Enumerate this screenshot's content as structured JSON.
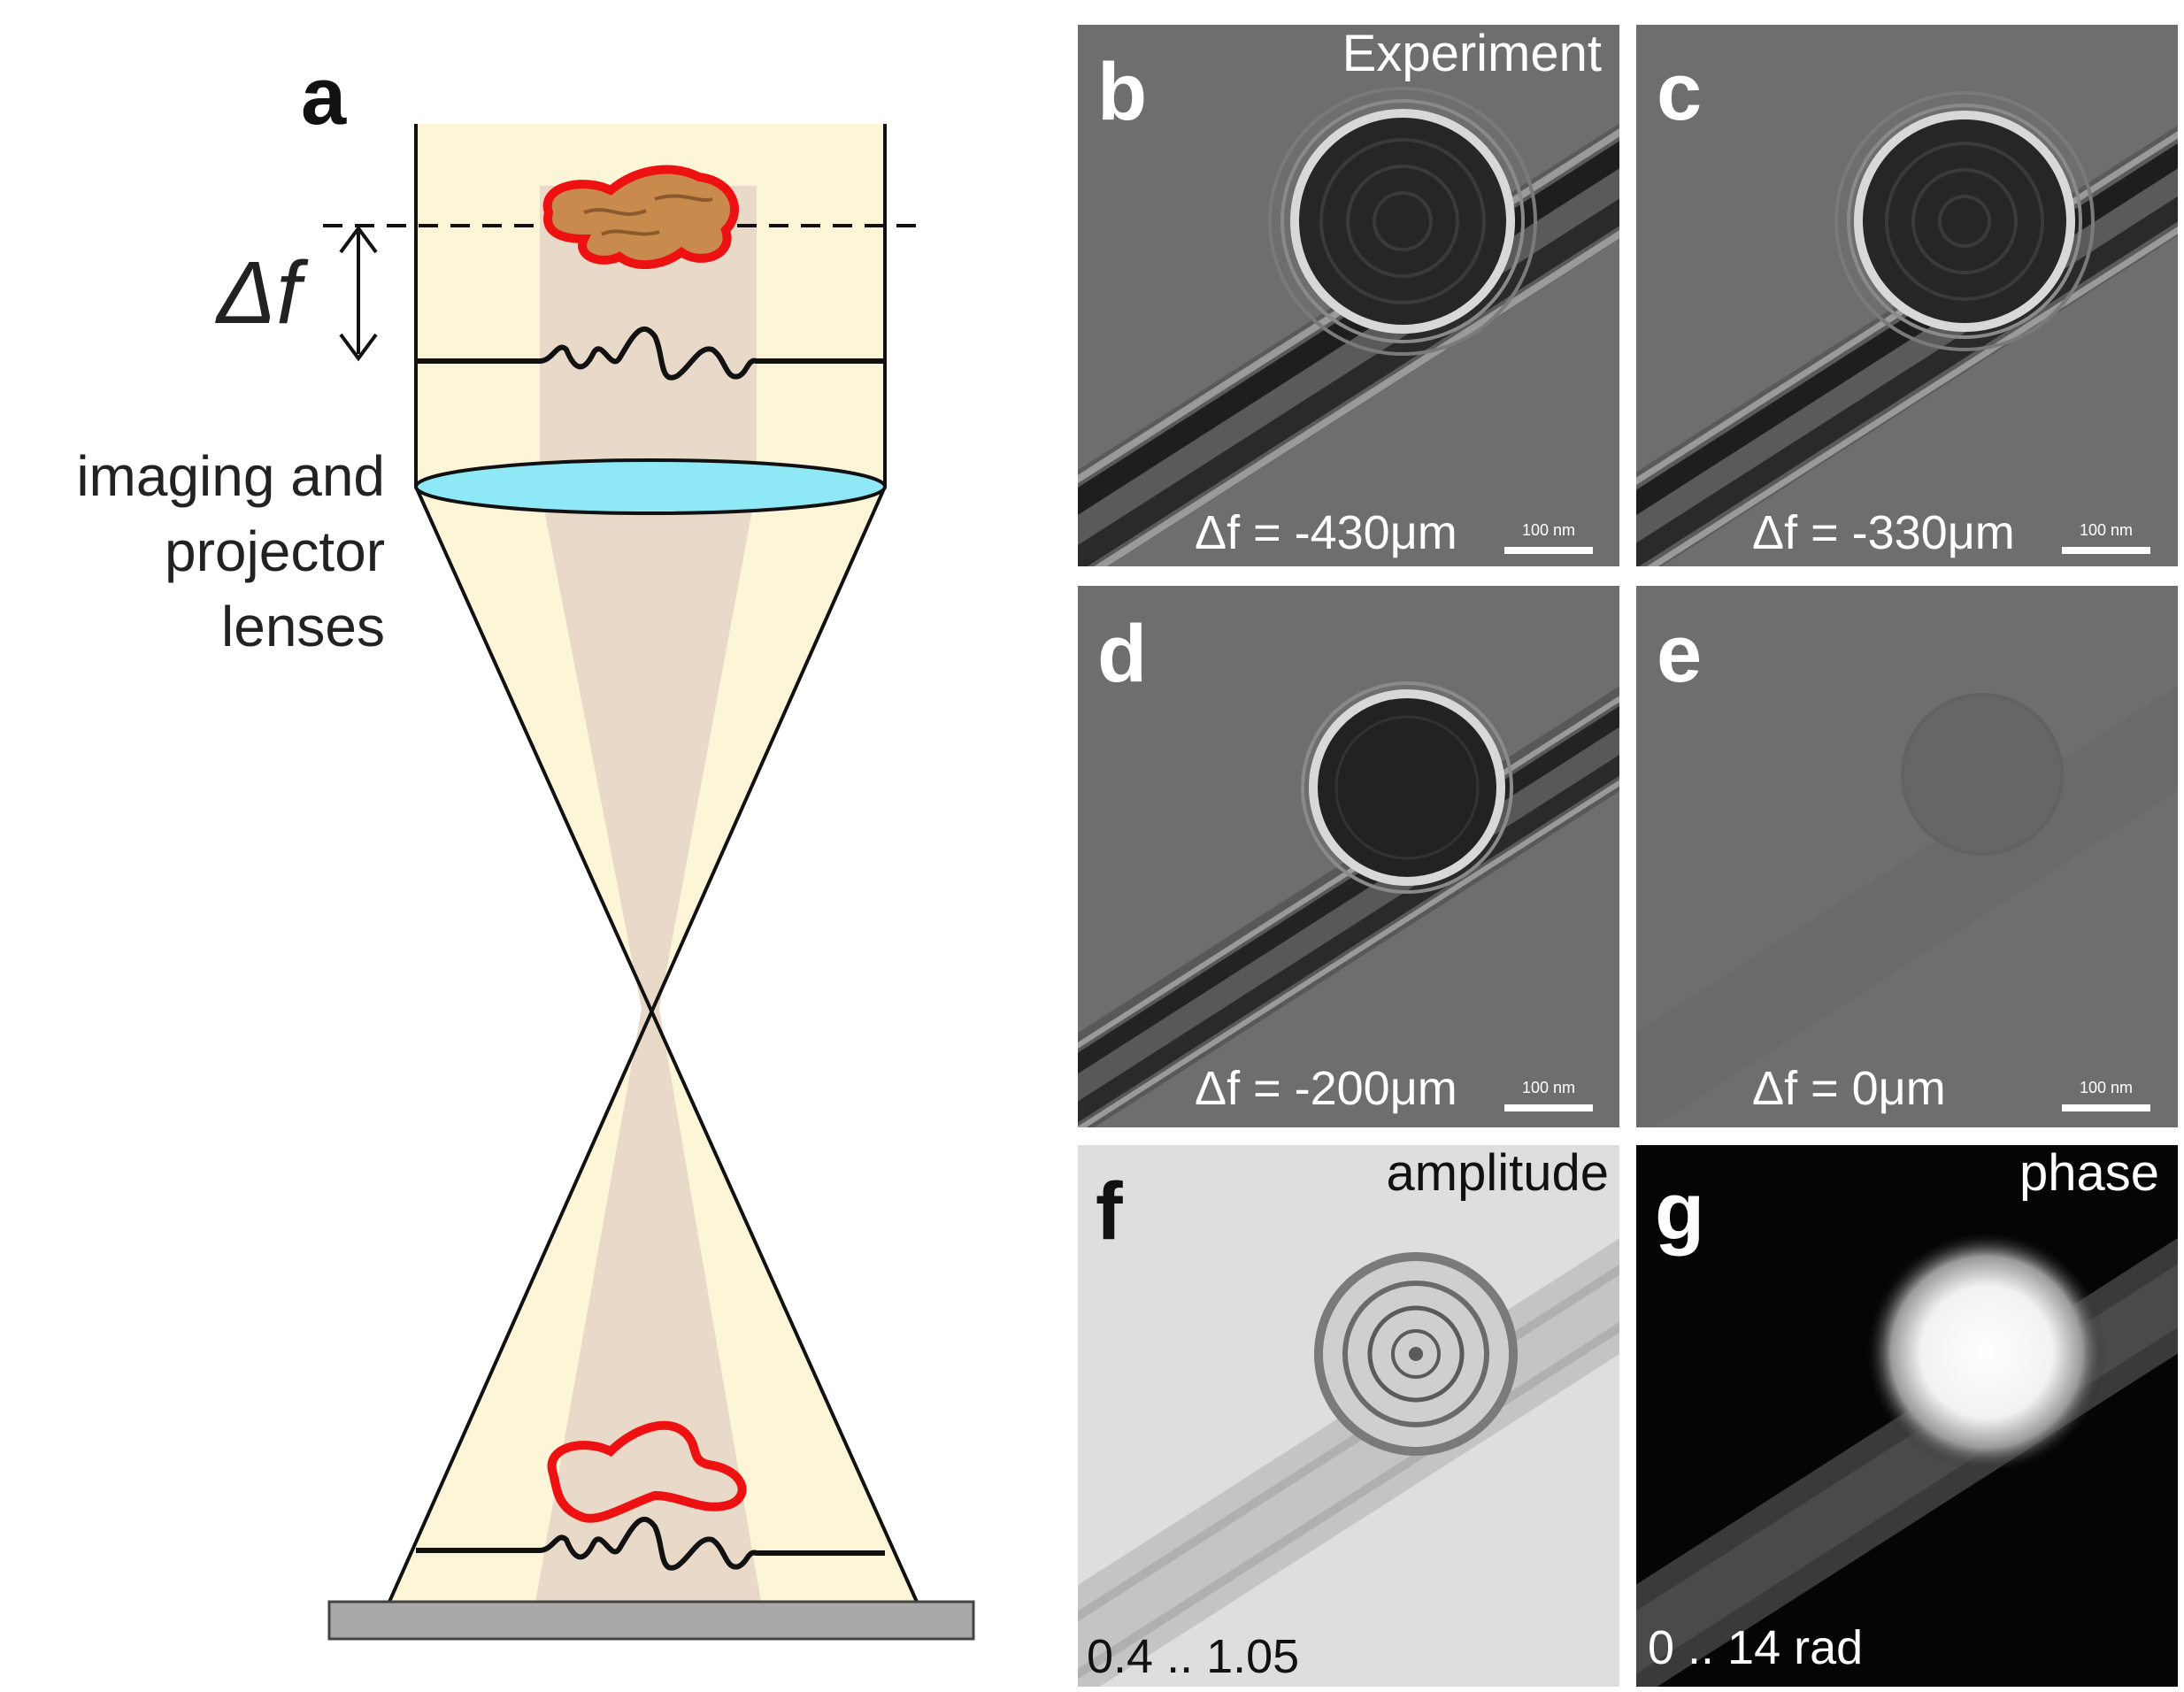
{
  "panel_a": {
    "letter": "a",
    "defocus_symbol": "Δf",
    "lens_label": [
      "imaging and",
      "projector",
      "lenses"
    ]
  },
  "panels": [
    {
      "id": "b",
      "letter": "b",
      "header": "Experiment",
      "caption": "Δf = -430μm",
      "scalebar": "100 nm"
    },
    {
      "id": "c",
      "letter": "c",
      "caption": "Δf = -330μm",
      "scalebar": "100 nm"
    },
    {
      "id": "d",
      "letter": "d",
      "caption": "Δf = -200μm",
      "scalebar": "100 nm"
    },
    {
      "id": "e",
      "letter": "e",
      "caption": "Δf = 0μm",
      "scalebar": "100 nm"
    },
    {
      "id": "f",
      "letter": "f",
      "header": "amplitude",
      "range": "0.4 .. 1.05"
    },
    {
      "id": "g",
      "letter": "g",
      "header": "phase",
      "range": "0 .. 14 rad"
    }
  ],
  "colors": {
    "beam": "#fdf5d8",
    "inner_beam": "#e8d9c8",
    "lens": "#8fe8f5",
    "object_outline": "#ee1111",
    "object_fill": "#c98a4e",
    "micrograph_bg": "#6e6e6e",
    "detector": "#a9a9a9"
  }
}
